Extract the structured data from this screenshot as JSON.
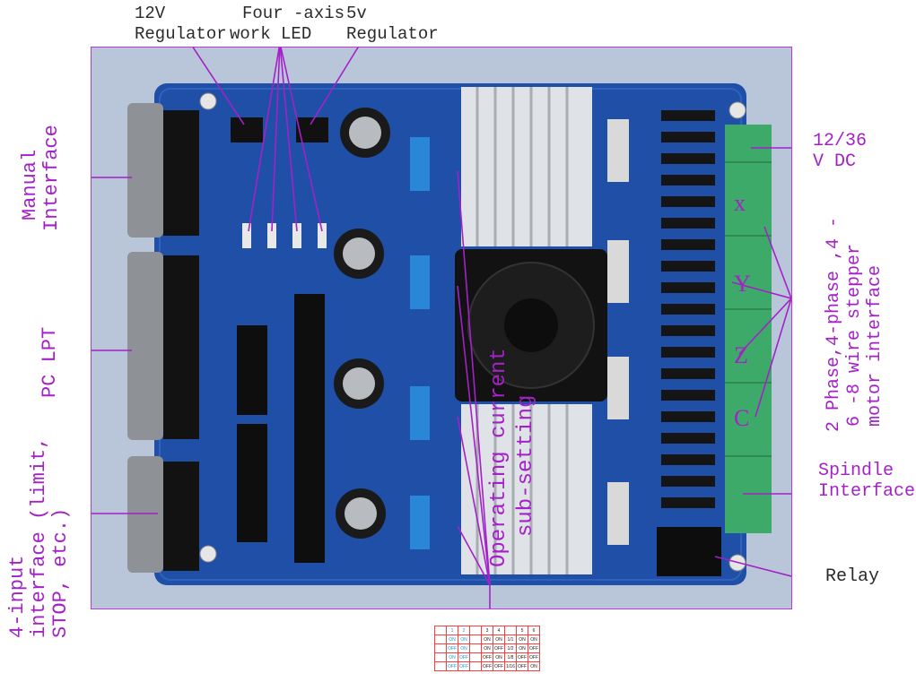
{
  "labels": {
    "reg12_line1": "12V",
    "reg12_line2": "Regulator",
    "led_line1": "Four -axis",
    "led_line2": "work LED",
    "reg5_line1": "5v",
    "reg5_line2": "Regulator",
    "vdc_line1": "12/36",
    "vdc_line2": "V DC",
    "manual_line1": "Manual",
    "manual_line2": "Interface",
    "pclpt": "PC LPT",
    "input_line1": "4-input",
    "input_line2": "interface (limit,",
    "input_line3": "STOP, etc.)",
    "op_line1": "Operating current",
    "op_line2": "sub-setting",
    "stepper_line1": "2 Phase,4-phase ,4 -",
    "stepper_line2": "6 -8 wire stepper",
    "stepper_line3": "motor interface",
    "axis_x": "x",
    "axis_y": "Y",
    "axis_z": "Z",
    "axis_c": "C",
    "spindle_line1": "Spindle",
    "spindle_line2": "Interface",
    "relay": "Relay"
  },
  "colors": {
    "label": "#a421c8",
    "board": "#1f4fa6",
    "terminal": "#3eaa6a",
    "heatsink": "#dfe2e6",
    "dip": "#2a86d6",
    "table_border": "#ff3b3b"
  },
  "table": {
    "rows": [
      [
        "",
        "1",
        "2",
        "",
        "3",
        "4",
        "",
        "5",
        "6"
      ],
      [
        "",
        "ON",
        "ON",
        "",
        "ON",
        "ON",
        "1/1",
        "ON",
        "ON"
      ],
      [
        "",
        "OFF",
        "ON",
        "",
        "ON",
        "OFF",
        "1/2",
        "ON",
        "OFF"
      ],
      [
        "",
        "ON",
        "OFF",
        "",
        "OFF",
        "ON",
        "1/8",
        "OFF",
        "OFF"
      ],
      [
        "",
        "OFF",
        "OFF",
        "",
        "OFF",
        "OFF",
        "1/16",
        "OFF",
        "ON"
      ]
    ]
  }
}
